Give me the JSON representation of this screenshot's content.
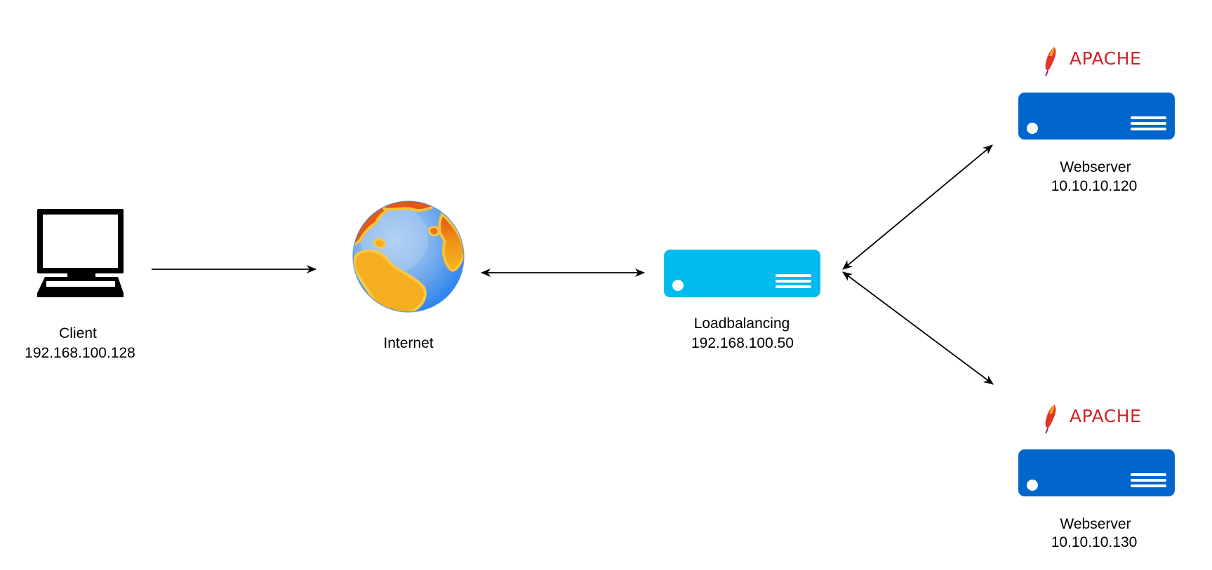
{
  "nodes": {
    "client": {
      "name": "Client",
      "ip": "192.168.100.128",
      "icon": "desktop-computer-icon"
    },
    "internet": {
      "name": "Internet",
      "icon": "globe-icon"
    },
    "loadbalancer": {
      "name": "Loadbalancing",
      "ip": "192.168.100.50",
      "icon": "server-icon",
      "color": "#00BCEE"
    },
    "webserver1": {
      "name": "Webserver",
      "ip": "10.10.10.120",
      "icon": "server-icon",
      "color": "#0066CC",
      "logo_text": "APACHE"
    },
    "webserver2": {
      "name": "Webserver",
      "ip": "10.10.10.130",
      "icon": "server-icon",
      "color": "#0066CC",
      "logo_text": "APACHE"
    }
  },
  "connections": [
    {
      "from": "client",
      "to": "internet",
      "direction": "one-way"
    },
    {
      "from": "internet",
      "to": "loadbalancer",
      "direction": "bidirectional"
    },
    {
      "from": "loadbalancer",
      "to": "webserver1",
      "direction": "bidirectional"
    },
    {
      "from": "loadbalancer",
      "to": "webserver2",
      "direction": "bidirectional"
    }
  ],
  "colors": {
    "apache_red": "#D22128",
    "globe_ocean": "#3D8FE8",
    "globe_land": "#F5B020",
    "globe_land_dark": "#E05A10"
  }
}
